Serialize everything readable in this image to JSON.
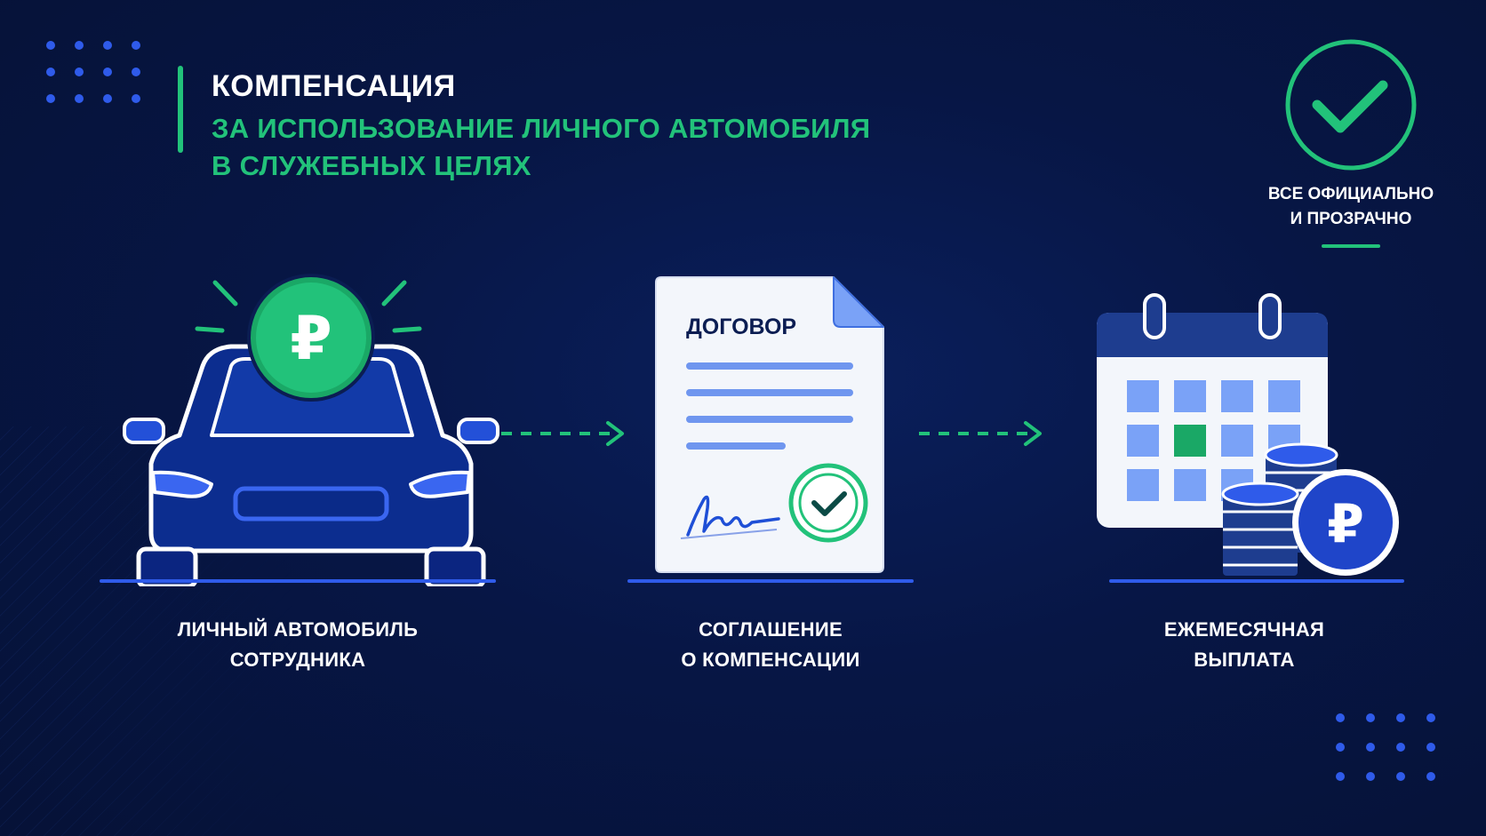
{
  "header": {
    "title": "КОМПЕНСАЦИЯ",
    "subtitle_line1": "ЗА ИСПОЛЬЗОВАНИЕ ЛИЧНОГО АВТОМОБИЛЯ",
    "subtitle_line2": "В СЛУЖЕБНЫХ ЦЕЛЯХ"
  },
  "badge": {
    "icon": "check-circle-icon",
    "line1": "ВСЕ ОФИЦИАЛЬНО",
    "line2": "И ПРОЗРАЧНО"
  },
  "steps": [
    {
      "icon": "car-with-ruble-icon",
      "line1": "ЛИЧНЫЙ АВТОМОБИЛЬ",
      "line2": "СОТРУДНИКА"
    },
    {
      "icon": "contract-document-icon",
      "doc_title": "ДОГОВОР",
      "line1": "СОГЛАШЕНИЕ",
      "line2": "О КОМПЕНСАЦИИ"
    },
    {
      "icon": "calendar-coins-icon",
      "line1": "ЕЖЕМЕСЯЧНАЯ",
      "line2": "ВЫПЛАТА"
    }
  ],
  "colors": {
    "background": "#061237",
    "accent_green": "#22c27a",
    "accent_blue": "#2f5bea",
    "white": "#ffffff"
  }
}
